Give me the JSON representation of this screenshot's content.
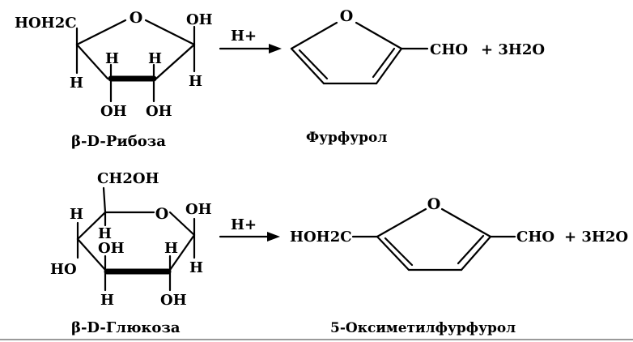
{
  "reaction_ribose": {
    "ring_oxygen": "O",
    "substituent_c4": "HOH2C",
    "c1_top": "OH",
    "c1_bottom": "H",
    "c4_bottom": "H",
    "c3_top": "H",
    "c2_top": "H",
    "c3_bottom": "OH",
    "c2_bottom": "OH",
    "catalyst": "H+",
    "product_ring_oxygen": "O",
    "product_group": "CHO",
    "plus_water": "+ 3H2O",
    "reactant_caption": "β-D-Рибоза",
    "product_caption": "Фурфурол"
  },
  "reaction_glucose": {
    "c6_group": "CH2OH",
    "ring_oxygen": "O",
    "c1_top": "OH",
    "c1_bottom": "H",
    "c5_bottom": "H",
    "c4_top": "H",
    "c4_bottom": "HO",
    "c3_top": "OH",
    "c3_bottom": "H",
    "c2_top": "H",
    "c2_bottom": "OH",
    "catalyst": "H+",
    "product_ring_oxygen": "O",
    "product_left_group": "HOH2C",
    "product_right_group": "CHO",
    "plus_water": "+ 3H2O",
    "reactant_caption": "β-D-Глюкоза",
    "product_caption": "5-Оксиметилфурфурол"
  }
}
